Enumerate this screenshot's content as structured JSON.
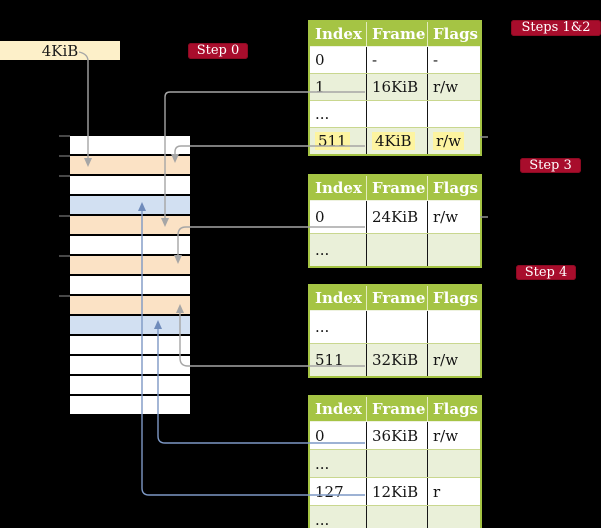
{
  "figure": {
    "root_pointer_label": "4KiB"
  },
  "badges": [
    {
      "label": "Step 0"
    },
    {
      "label": "Steps 1&2"
    },
    {
      "label": "Step 3"
    },
    {
      "label": "Step 4"
    }
  ],
  "page_tables": [
    {
      "title": "page-table-steps-1-2",
      "headers": [
        "Index",
        "Frame",
        "Flags"
      ],
      "rows": [
        {
          "cells": [
            "0",
            "-",
            "-"
          ],
          "shaded": false,
          "highlight": false
        },
        {
          "cells": [
            "1",
            "16KiB",
            "r/w"
          ],
          "shaded": true,
          "highlight": false
        },
        {
          "cells": [
            "...",
            "",
            ""
          ],
          "shaded": false,
          "highlight": false
        },
        {
          "cells": [
            "511",
            "4KiB",
            "r/w"
          ],
          "shaded": true,
          "highlight": true
        }
      ]
    },
    {
      "title": "page-table-step-3",
      "headers": [
        "Index",
        "Frame",
        "Flags"
      ],
      "rows": [
        {
          "cells": [
            "0",
            "24KiB",
            "r/w"
          ],
          "shaded": false,
          "highlight": false
        },
        {
          "cells": [
            "...",
            "",
            ""
          ],
          "shaded": true,
          "highlight": false
        }
      ]
    },
    {
      "title": "page-table-step-4",
      "headers": [
        "Index",
        "Frame",
        "Flags"
      ],
      "rows": [
        {
          "cells": [
            "...",
            "",
            ""
          ],
          "shaded": false,
          "highlight": false
        },
        {
          "cells": [
            "511",
            "32KiB",
            "r/w"
          ],
          "shaded": true,
          "highlight": false
        }
      ]
    },
    {
      "title": "page-table-final",
      "headers": [
        "Index",
        "Frame",
        "Flags"
      ],
      "rows": [
        {
          "cells": [
            "0",
            "36KiB",
            "r/w"
          ],
          "shaded": false,
          "highlight": false
        },
        {
          "cells": [
            "...",
            "",
            ""
          ],
          "shaded": true,
          "highlight": false
        },
        {
          "cells": [
            "127",
            "12KiB",
            "r"
          ],
          "shaded": false,
          "highlight": false
        },
        {
          "cells": [
            "...",
            "",
            ""
          ],
          "shaded": true,
          "highlight": false
        }
      ]
    }
  ],
  "memory_column": {
    "frames": [
      {
        "fill": "white"
      },
      {
        "fill": "wheat"
      },
      {
        "fill": "white"
      },
      {
        "fill": "blue"
      },
      {
        "fill": "wheat"
      },
      {
        "fill": "white"
      },
      {
        "fill": "wheat"
      },
      {
        "fill": "white"
      },
      {
        "fill": "wheat"
      },
      {
        "fill": "blue"
      },
      {
        "fill": "white"
      },
      {
        "fill": "white"
      },
      {
        "fill": "white"
      },
      {
        "fill": "white"
      }
    ]
  },
  "colors": {
    "background": "#000000",
    "table_header": "#a5c444",
    "table_row_shaded": "#eaf0d9",
    "frame_wheat": "#fbe2c5",
    "frame_blue": "#d2e0f2",
    "highlight_yellow": "#fdf4a0",
    "badge_red": "#a80d2c",
    "root_box": "#fdf0c9",
    "arrow_gray": "#a6a6a6",
    "arrow_blue": "#7d98c5"
  }
}
